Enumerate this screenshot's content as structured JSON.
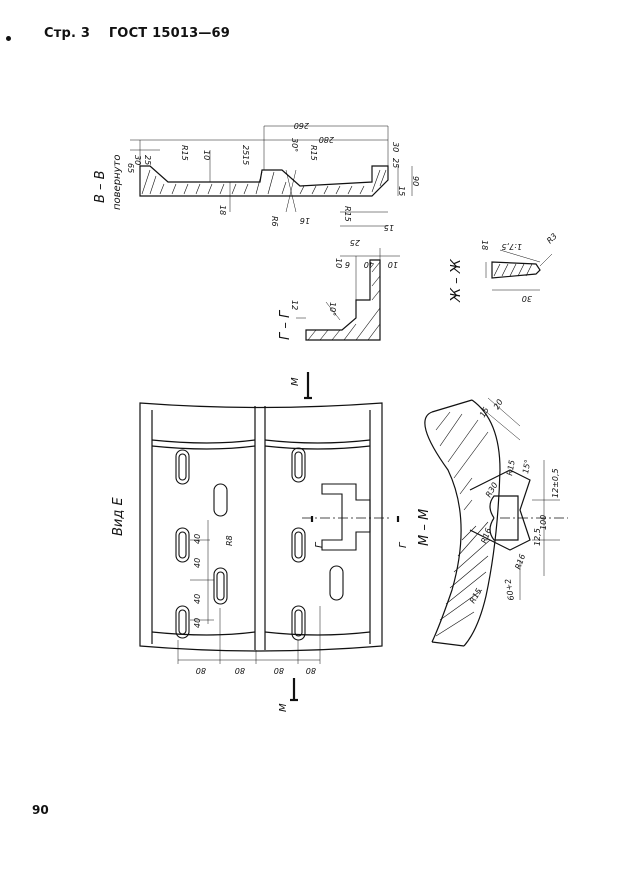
{
  "header": {
    "page_label": "Стр. 3",
    "standard": "ГОСТ 15013—69"
  },
  "page_number": "90",
  "section_vv": {
    "title": "В – В",
    "subtitle": "повернуто",
    "dims": [
      "30",
      "25",
      "65",
      "R15",
      "10",
      "25",
      "15",
      "30°",
      "R15",
      "260",
      "280",
      "30",
      "25",
      "90",
      "15",
      "18",
      "R6",
      "16",
      "R15",
      "15",
      "25"
    ]
  },
  "section_gg": {
    "title": "Г – Г",
    "dims": [
      "10",
      "6",
      "40",
      "10",
      "12",
      "10°"
    ]
  },
  "section_zhzh": {
    "title": "Ж – Ж",
    "dims": [
      "18",
      "1:7,5",
      "R3",
      "30"
    ]
  },
  "view_e": {
    "title": "Вид Е",
    "dims": [
      "40",
      "40",
      "40",
      "40",
      "R8",
      "80",
      "80",
      "80",
      "80"
    ]
  },
  "section_mm": {
    "title": "М – М",
    "dims": [
      "15",
      "20",
      "R15",
      "15°",
      "R30",
      "R16",
      "12±0,5",
      "100",
      "12,5",
      "R16",
      "60+2",
      "R15"
    ]
  },
  "marks": {
    "cut_m": "М",
    "cut_g": "Г"
  }
}
